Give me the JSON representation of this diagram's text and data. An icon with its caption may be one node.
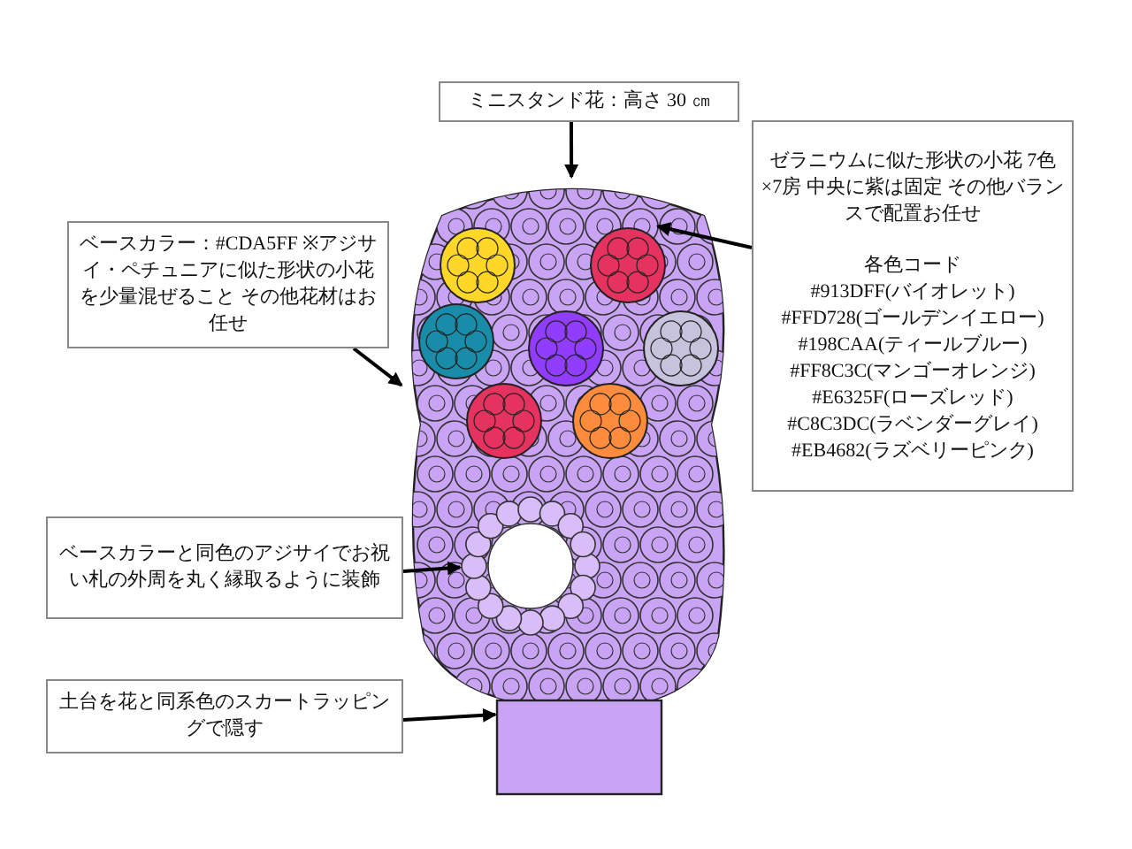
{
  "diagram": {
    "nodes": [
      {
        "text": [
          "ミニスタンド花：高さ 30 ㎝"
        ]
      },
      {
        "text": [
          "ゼラニウムに似た形状の小花 7色×7房 中央に紫は固定 その他バランスで配置お任せ",
          "各色コード",
          "#913DFF(バイオレット)",
          "#FFD728(ゴールデンイエロー)",
          "#198CAA(ティールブルー)",
          "#FF8C3C(マンゴーオレンジ)",
          "#E6325F(ローズレッド)",
          "#C8C3DC(ラベンダーグレイ)",
          "#EB4682(ラズベリーピンク)"
        ]
      },
      {
        "text": [
          "ベースカラー：#CDA5FF ※アジサイ・ペチュニアに似た形状の小花を少量混ぜること その他花材はお任せ"
        ]
      },
      {
        "text": [
          "ベースカラーと同色のアジサイでお祝い札の外周を丸く縁取るように装飾"
        ]
      },
      {
        "text": [
          "土台を花と同系色のスカートラッピングで隠す"
        ]
      },
      {
        "text": [],
        "shape": "picture"
      },
      {
        "text": [],
        "shape": "picture",
        "in": 5
      },
      {
        "text": [],
        "shape": "circle",
        "in": 5
      },
      {
        "text": [],
        "shape": "box"
      }
    ],
    "edges": [
      {
        "from": 0,
        "to": 5,
        "arrow": "to"
      },
      {
        "from": 1,
        "to": 6,
        "arrow": "to"
      },
      {
        "from": 2,
        "to": 5,
        "arrow": "to"
      },
      {
        "from": 3,
        "to": 7,
        "arrow": "to"
      },
      {
        "from": 4,
        "to": 8,
        "arrow": "to"
      }
    ]
  }
}
